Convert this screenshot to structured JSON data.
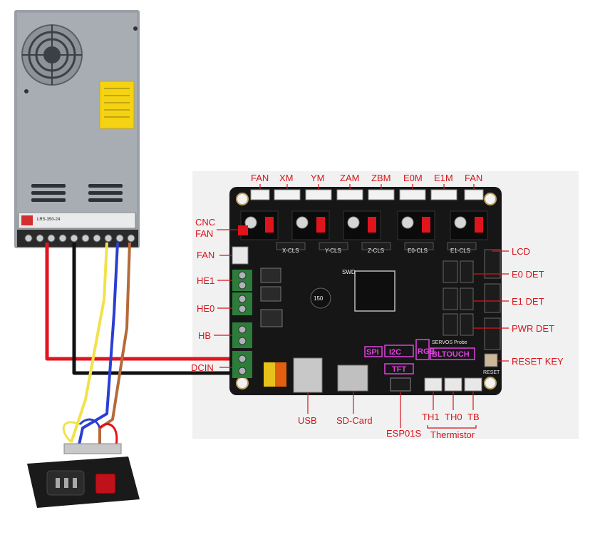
{
  "power_supply": {
    "model": "LRS-350-24"
  },
  "board_labels": {
    "top": [
      "FAN",
      "XM",
      "YM",
      "ZAM",
      "ZBM",
      "E0M",
      "E1M",
      "FAN"
    ],
    "left": [
      "CNC",
      "FAN",
      "FAN",
      "HE1",
      "HE0",
      "HB",
      "DCIN"
    ],
    "right": [
      "LCD",
      "E0 DET",
      "E1 DET",
      "PWR DET",
      "RESET KEY"
    ],
    "bottom": [
      "USB",
      "SD-Card",
      "ESP01S",
      "TH1",
      "TH0",
      "TB",
      "Thermistor"
    ]
  },
  "silkscreen": {
    "x_cls": "X-CLS",
    "y_cls": "Y-CLS",
    "z_cls": "Z-CLS",
    "e0_cls": "E0-CLS",
    "e1_cls": "E1-CLS",
    "swd": "SWD",
    "servos_probe": "SERVOS Probe",
    "reset": "RESET",
    "led_150": "150"
  },
  "pink_labels": {
    "spi": "SPI",
    "i2c": "I2C",
    "rgb": "RGB",
    "bltouch": "BLTOUCH",
    "tft": "TFT"
  },
  "colors": {
    "callout": "#d8141b",
    "board": "#161616",
    "header_red": "#e0141c",
    "wire_red": "#e2141c",
    "wire_black": "#111111",
    "wire_yellow": "#f2e24a",
    "wire_blue": "#2b3fd0",
    "wire_brown": "#b56a3a",
    "pink": "#e040e0"
  }
}
